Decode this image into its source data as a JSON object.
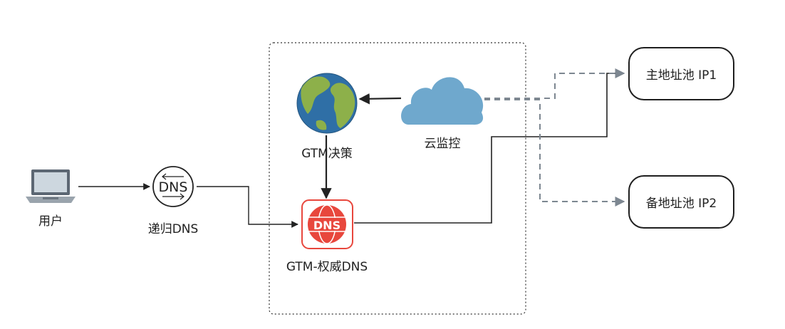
{
  "nodes": {
    "user": {
      "label": "用户",
      "icon": "laptop-icon"
    },
    "recursive_dns": {
      "label": "递归DNS",
      "icon": "dns-icon"
    },
    "gtm_decision": {
      "label": "GTM决策",
      "icon": "globe-icon"
    },
    "cloud_monitor": {
      "label": "云监控",
      "icon": "cloud-icon"
    },
    "gtm_auth_dns": {
      "label": "GTM-权威DNS",
      "icon": "dns-red-icon"
    },
    "primary_pool": {
      "label": "主地址池 IP1"
    },
    "backup_pool": {
      "label": "备地址池 IP2"
    }
  },
  "colors": {
    "dns_red": "#e8473d",
    "cloud_blue": "#6fa8cd",
    "globe_ocean": "#2f6fa6",
    "globe_land": "#8db04a",
    "dashed_gray": "#7d8791",
    "line_dark": "#222222"
  }
}
